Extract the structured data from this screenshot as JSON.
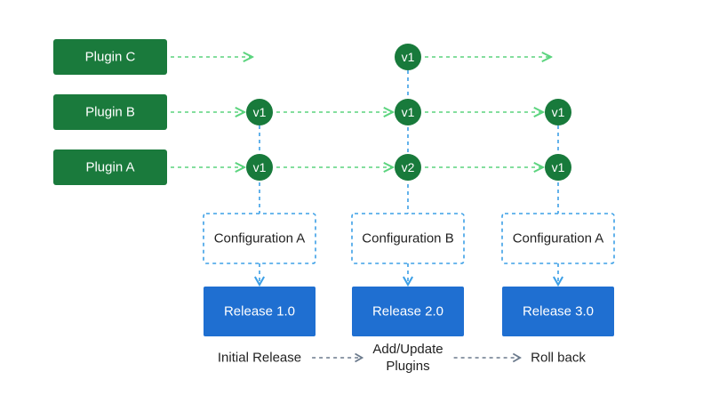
{
  "colors": {
    "plugin_fill": "#1a7a3c",
    "version_fill": "#187a3b",
    "green_arrow": "#5bd47e",
    "blue_dash": "#3da0e6",
    "config_border": "#3da0e6",
    "release_fill": "#1f6fd1",
    "stage_arrow": "#6b7a8c",
    "text_dark": "#222222",
    "text_light": "#ffffff"
  },
  "plugins": [
    {
      "id": "plugin-c",
      "label": "Plugin C"
    },
    {
      "id": "plugin-b",
      "label": "Plugin B"
    },
    {
      "id": "plugin-a",
      "label": "Plugin A"
    }
  ],
  "versions": {
    "plugin-c": [
      "",
      "v1",
      ""
    ],
    "plugin-b": [
      "v1",
      "v1",
      "v1"
    ],
    "plugin-a": [
      "v1",
      "v2",
      "v1"
    ]
  },
  "configurations": [
    "Configuration A",
    "Configuration B",
    "Configuration A"
  ],
  "releases": [
    "Release 1.0",
    "Release 2.0",
    "Release 3.0"
  ],
  "stages": [
    {
      "lines": [
        "Initial Release"
      ]
    },
    {
      "lines": [
        "Add/Update",
        "Plugins"
      ]
    },
    {
      "lines": [
        "Roll back"
      ]
    }
  ]
}
